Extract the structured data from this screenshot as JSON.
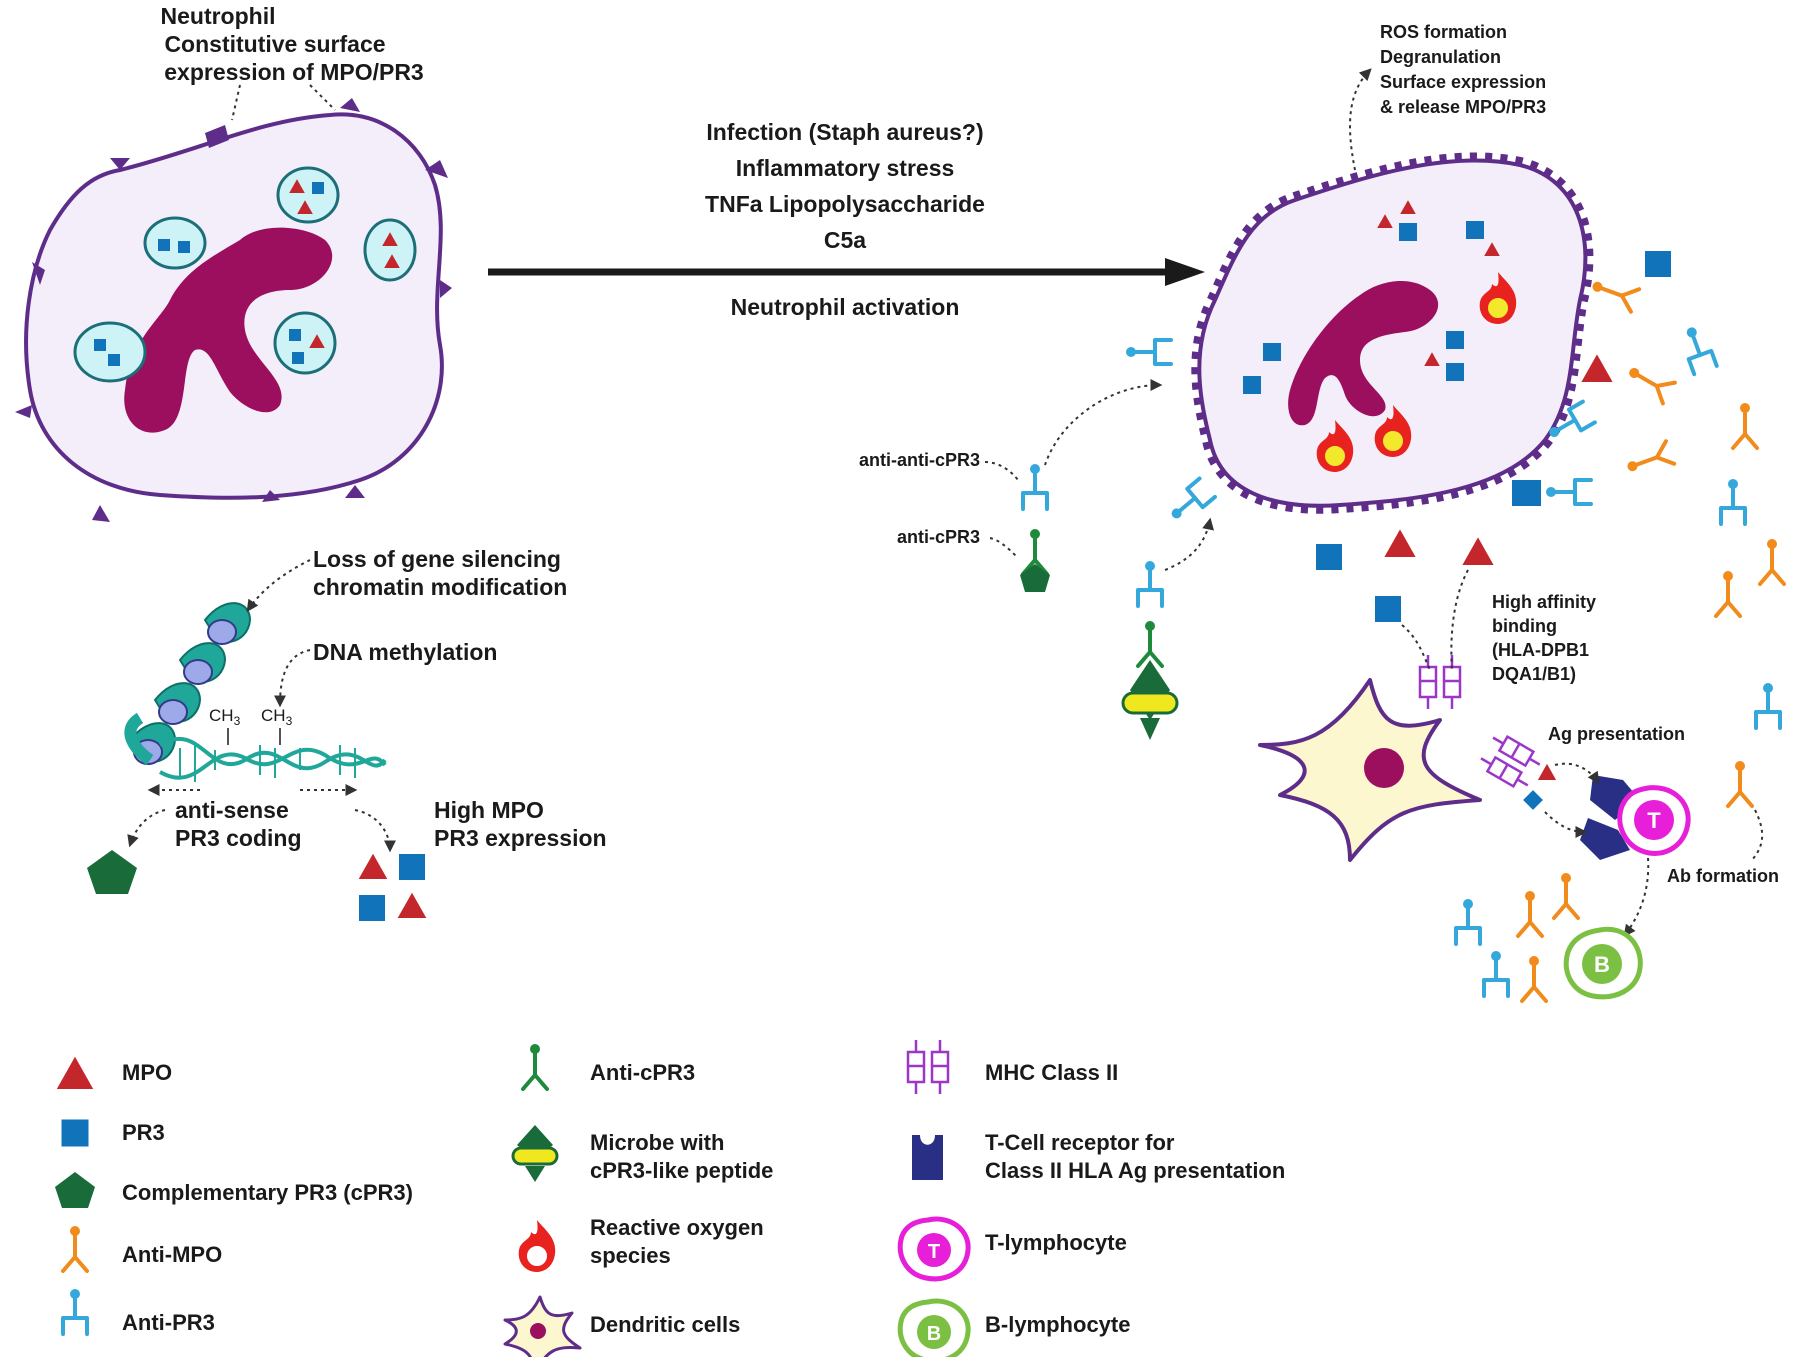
{
  "labels": {
    "neutrophil": [
      "Neutrophil",
      "Constitutive surface",
      "expression of MPO/PR3"
    ],
    "triggers": [
      "Infection (Staph aureus?)",
      "Inflammatory stress",
      "TNFa Lipopolysaccharide",
      "C5a"
    ],
    "activation": "Neutrophil activation",
    "activated_effects": [
      "ROS formation",
      "Degranulation",
      "Surface expression",
      "& release MPO/PR3"
    ],
    "gene_silencing": [
      "Loss of gene silencing",
      "chromatin modification"
    ],
    "dna_methylation": "DNA methylation",
    "ch3": "CH",
    "ch3_sub": "3",
    "anti_sense": [
      "anti-sense",
      "PR3 coding"
    ],
    "high_expression": [
      "High MPO",
      "PR3 expression"
    ],
    "anti_anti_cpr3": "anti-anti-cPR3",
    "anti_cpr3": "anti-cPR3",
    "high_affinity": [
      "High affinity",
      "binding",
      "(HLA-DPB1",
      "DQA1/B1)"
    ],
    "ag_presentation": "Ag presentation",
    "ab_formation": "Ab formation",
    "t_letter": "T",
    "b_letter": "B"
  },
  "legend": {
    "col1": [
      "MPO",
      "PR3",
      "Complementary PR3 (cPR3)",
      "Anti-MPO",
      "Anti-PR3"
    ],
    "col2": [
      [
        "Anti-cPR3"
      ],
      [
        "Microbe with",
        "cPR3-like peptide"
      ],
      [
        "Reactive oxygen",
        "species"
      ],
      [
        "Dendritic cells"
      ]
    ],
    "col3": [
      [
        "MHC Class II"
      ],
      [
        "T-Cell receptor for",
        "Class II HLA Ag presentation"
      ],
      [
        "T-lymphocyte"
      ],
      [
        "B-lymphocyte"
      ]
    ]
  },
  "colors": {
    "mpo": "#c4272b",
    "pr3": "#1173ba",
    "cpr3": "#1a6b3a",
    "anti_mpo": "#f08b1c",
    "anti_pr3": "#35a8db",
    "anti_cpr3": "#1e8a3c",
    "nucleus": "#9c0e5e",
    "cell_membrane": "#5e2d8a",
    "t_cell": "#e81fd8",
    "b_cell": "#7bc043",
    "mhc": "#9b36c9",
    "tcr": "#2a2f86"
  }
}
